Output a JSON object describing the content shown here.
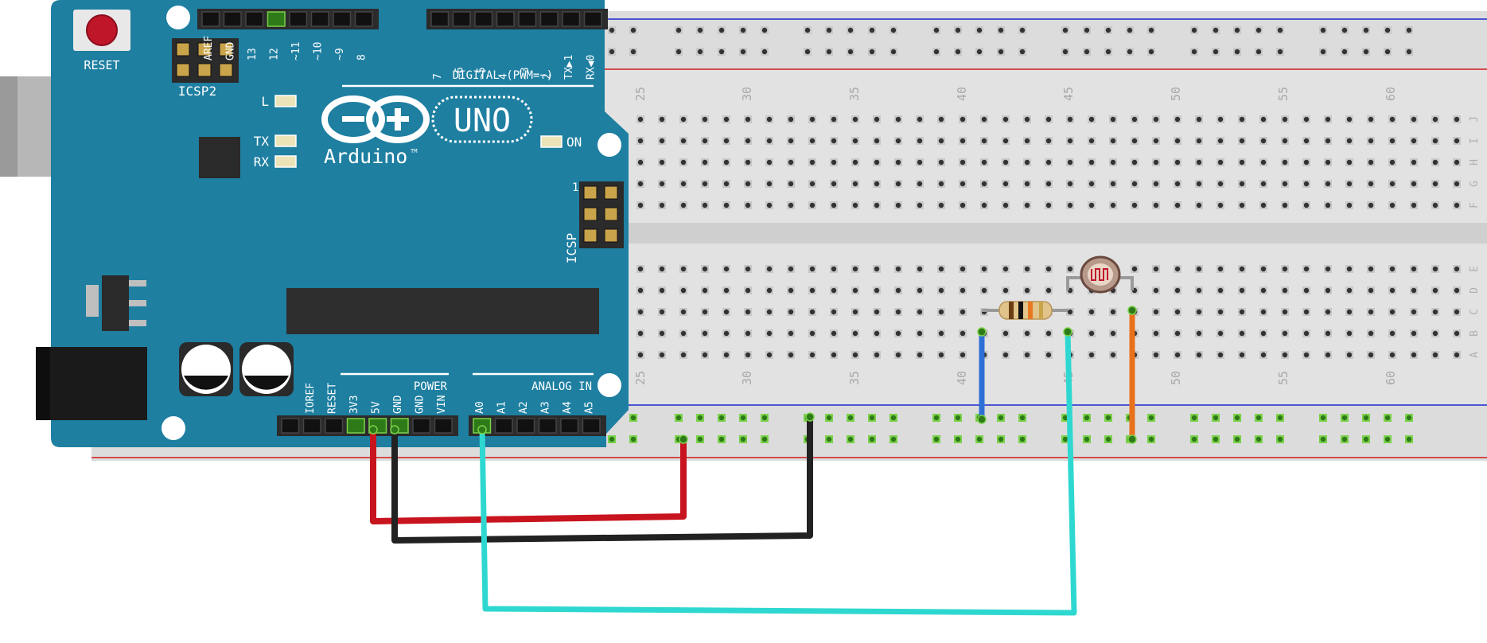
{
  "arduino": {
    "reset_label": "RESET",
    "icsp2_label": "ICSP2",
    "icsp_label": "ICSP",
    "icsp_pin1": "1",
    "digital_label": "DIGITAL (PWM=~)",
    "digital_pins_left": [
      "AREF",
      "GND",
      "13",
      "12",
      "~11",
      "~10",
      "~9",
      "8"
    ],
    "digital_pins_right": [
      "7",
      "~6",
      "~5",
      "4",
      "~3",
      "2",
      "TX▶1",
      "RX◀0"
    ],
    "led_l": "L",
    "led_tx": "TX",
    "led_rx": "RX",
    "led_on": "ON",
    "brand": "Arduino",
    "tm": "TM",
    "model": "UNO",
    "power_label": "POWER",
    "power_pins": [
      "IOREF",
      "RESET",
      "3V3",
      "5V",
      "GND",
      "GND",
      "VIN"
    ],
    "analog_label": "ANALOG IN",
    "analog_pins": [
      "A0",
      "A1",
      "A2",
      "A3",
      "A4",
      "A5"
    ]
  },
  "breadboard": {
    "column_numbers": [
      "25",
      "30",
      "35",
      "40",
      "45",
      "50",
      "55",
      "60"
    ],
    "rows_top": [
      "J",
      "I",
      "H",
      "G",
      "F"
    ],
    "rows_bottom": [
      "E",
      "D",
      "C",
      "B",
      "A"
    ]
  },
  "wires": [
    {
      "name": "red",
      "color": "#c8141e"
    },
    {
      "name": "black",
      "color": "#222222"
    },
    {
      "name": "cyan",
      "color": "#2ed8d0"
    },
    {
      "name": "blue",
      "color": "#2e6fd6"
    },
    {
      "name": "orange",
      "color": "#e8711c"
    }
  ]
}
